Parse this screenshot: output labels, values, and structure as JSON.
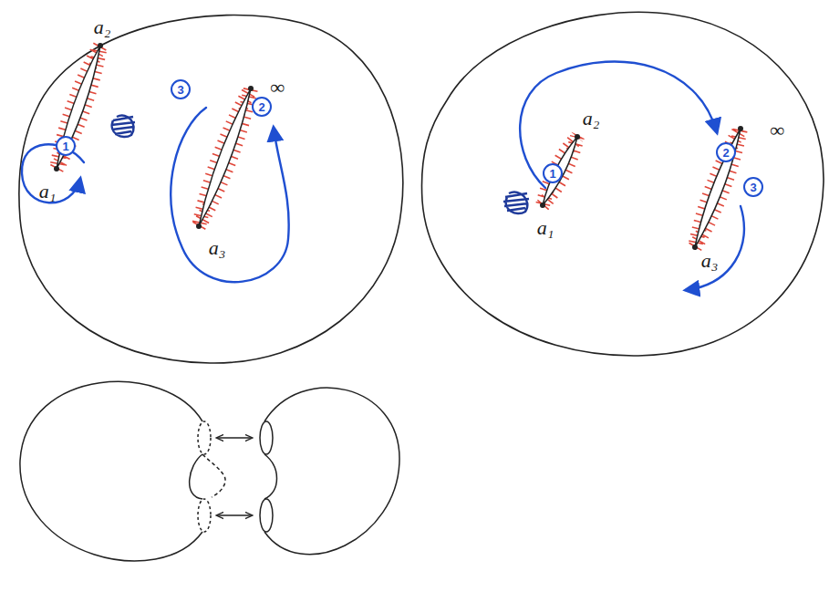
{
  "diagram": {
    "labels": [
      "a₂",
      "a₁",
      "∞",
      "a₃",
      "1",
      "3",
      "2",
      "a₂",
      "a₁",
      "∞",
      "a₃",
      "1",
      "2",
      "3"
    ]
  }
}
